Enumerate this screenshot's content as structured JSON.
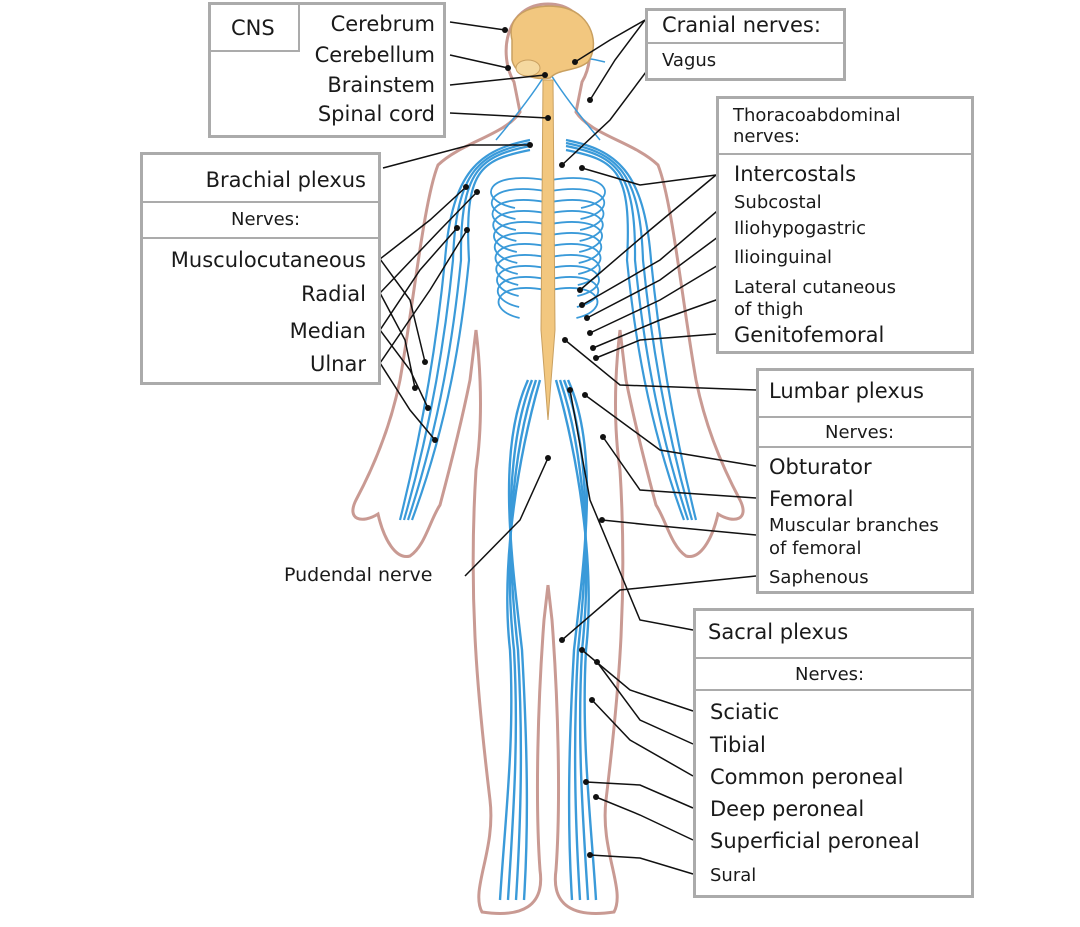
{
  "colors": {
    "nerve": "#3a9ad9",
    "outline": "#c99a93",
    "brain": "#f2c77f",
    "box_border": "#ababab",
    "leader": "#111111"
  },
  "cns": {
    "title": "CNS",
    "items": [
      "Cerebrum",
      "Cerebellum",
      "Brainstem",
      "Spinal cord"
    ]
  },
  "cranial": {
    "title": "Cranial nerves:",
    "items": [
      "Vagus"
    ]
  },
  "thoraco": {
    "title_lines": [
      "Thoracoabdominal",
      "nerves:"
    ],
    "items": [
      "Intercostals",
      "Subcostal",
      "Iliohypogastric",
      "Ilioinguinal",
      "Lateral cutaneous",
      "of thigh",
      "Genitofemoral"
    ]
  },
  "brachial": {
    "title": "Brachial plexus",
    "subtitle": "Nerves:",
    "items": [
      "Musculocutaneous",
      "Radial",
      "Median",
      "Ulnar"
    ]
  },
  "lumbar": {
    "title": "Lumbar plexus",
    "subtitle": "Nerves:",
    "items": [
      "Obturator",
      "Femoral",
      "Muscular branches",
      "of femoral",
      "Saphenous"
    ]
  },
  "pudendal": "Pudendal nerve",
  "sacral": {
    "title": "Sacral plexus",
    "subtitle": "Nerves:",
    "items": [
      "Sciatic",
      "Tibial",
      "Common peroneal",
      "Deep peroneal",
      "Superficial peroneal",
      "Sural"
    ]
  }
}
